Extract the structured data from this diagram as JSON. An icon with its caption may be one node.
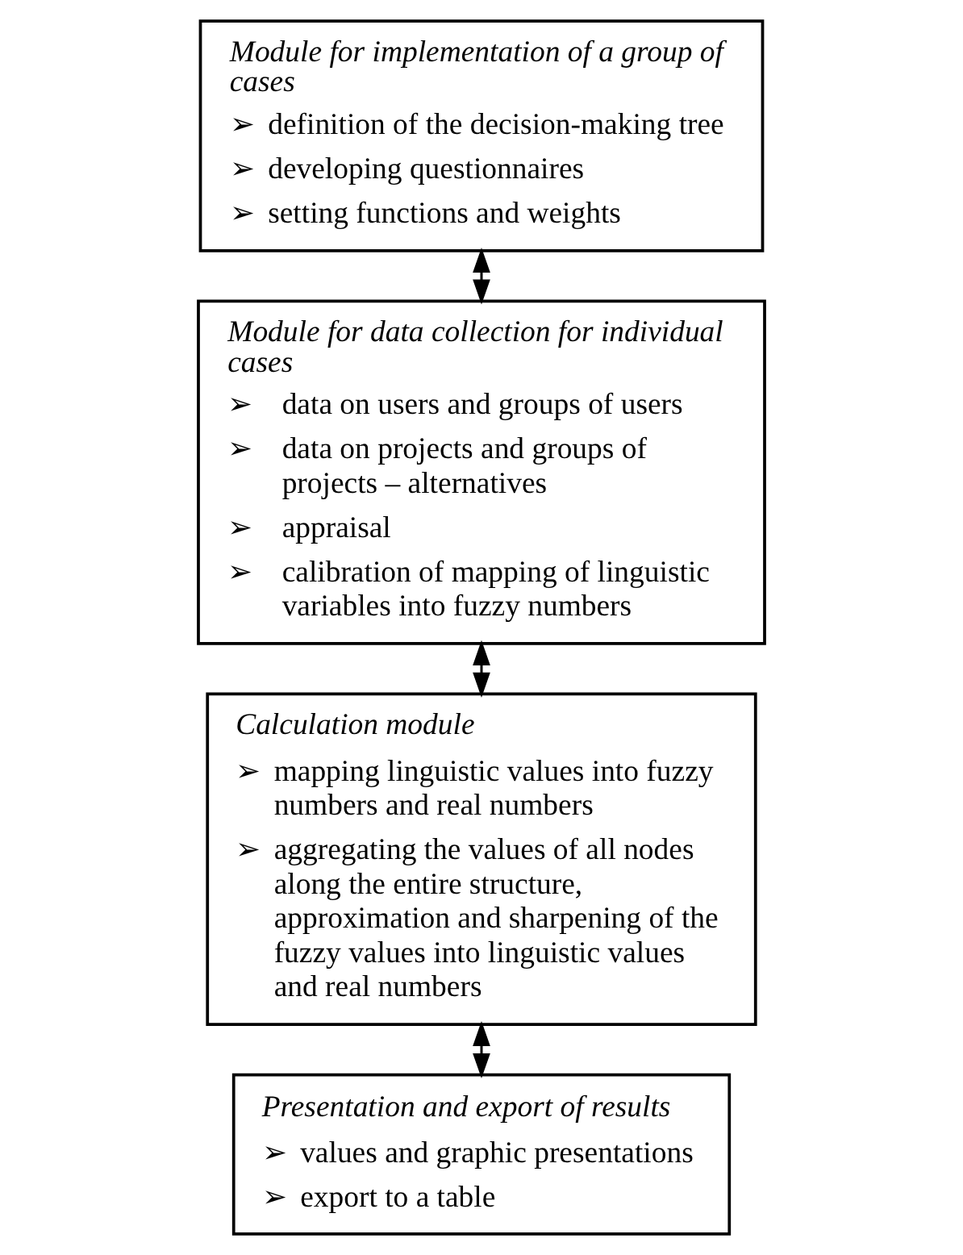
{
  "diagram": {
    "nodes": [
      {
        "text": [
          "Module for implementation of a group of cases",
          "➢ definition of the decision-making tree",
          "➢ developing questionnaires",
          "➢ setting functions and weights"
        ]
      },
      {
        "text": [
          "Module for data collection for individual cases",
          "➢ data on users and groups of users",
          "➢ data on projects and groups of projects – alternatives",
          "➢ appraisal",
          "➢ calibration of mapping of linguistic variables into fuzzy numbers"
        ]
      },
      {
        "text": [
          "Calculation module",
          "➢ mapping linguistic values into fuzzy numbers and real numbers",
          "➢ aggregating the values of all nodes along the entire structure, approximation and sharpening of the fuzzy values into linguistic values and real numbers"
        ]
      },
      {
        "text": [
          "Presentation and export of results",
          "➢ values and graphic presentations",
          "➢ export to a table"
        ]
      }
    ],
    "edges": [
      {
        "from": 0,
        "to": 1,
        "arrow": "both"
      },
      {
        "from": 1,
        "to": 2,
        "arrow": "both"
      },
      {
        "from": 2,
        "to": 3,
        "arrow": "both"
      }
    ]
  }
}
